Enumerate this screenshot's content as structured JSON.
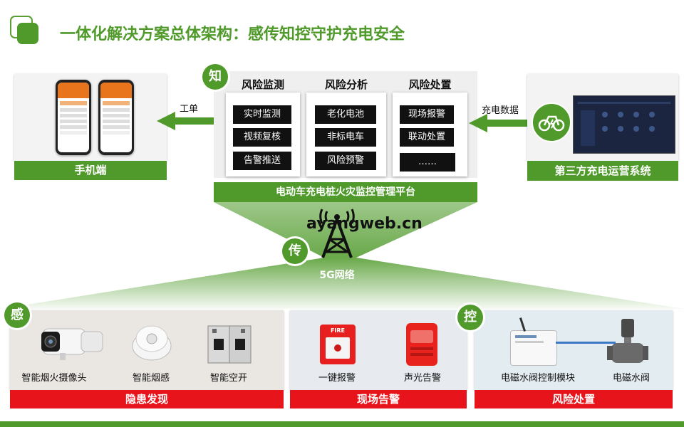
{
  "title": "一体化解决方案总体架构：感传知控守护充电安全",
  "mobile": {
    "label": "手机端"
  },
  "third_party": {
    "label": "第三方充电运营系统"
  },
  "arrows": {
    "work_order": "工单",
    "charging_data": "充电数据"
  },
  "platform": {
    "badge": "知",
    "name": "电动车充电桩火灾监控管理平台",
    "columns": [
      {
        "header": "风险监测",
        "items": [
          "实时监测",
          "视频复核",
          "告警推送"
        ]
      },
      {
        "header": "风险分析",
        "items": [
          "老化电池",
          "非标电车",
          "风险预警"
        ]
      },
      {
        "header": "风险处置",
        "items": [
          "现场报警",
          "联动处置",
          "……"
        ]
      }
    ]
  },
  "network": {
    "badge": "传",
    "label": "5G网络"
  },
  "watermark": "ayangweb.cn",
  "sense": {
    "badge": "感",
    "items": [
      "智能烟火摄像头",
      "智能烟感",
      "智能空开"
    ],
    "bar": "隐患发现"
  },
  "alarm": {
    "items": [
      "一键报警",
      "声光告警"
    ],
    "bar": "现场告警",
    "fire_text": "FIRE"
  },
  "control": {
    "badge": "控",
    "items": [
      "电磁水阀控制模块",
      "电磁水阀"
    ],
    "bar": "风险处置"
  },
  "colors": {
    "green": "#4f9a2a",
    "red": "#e8141b",
    "black_block": "#111111"
  }
}
